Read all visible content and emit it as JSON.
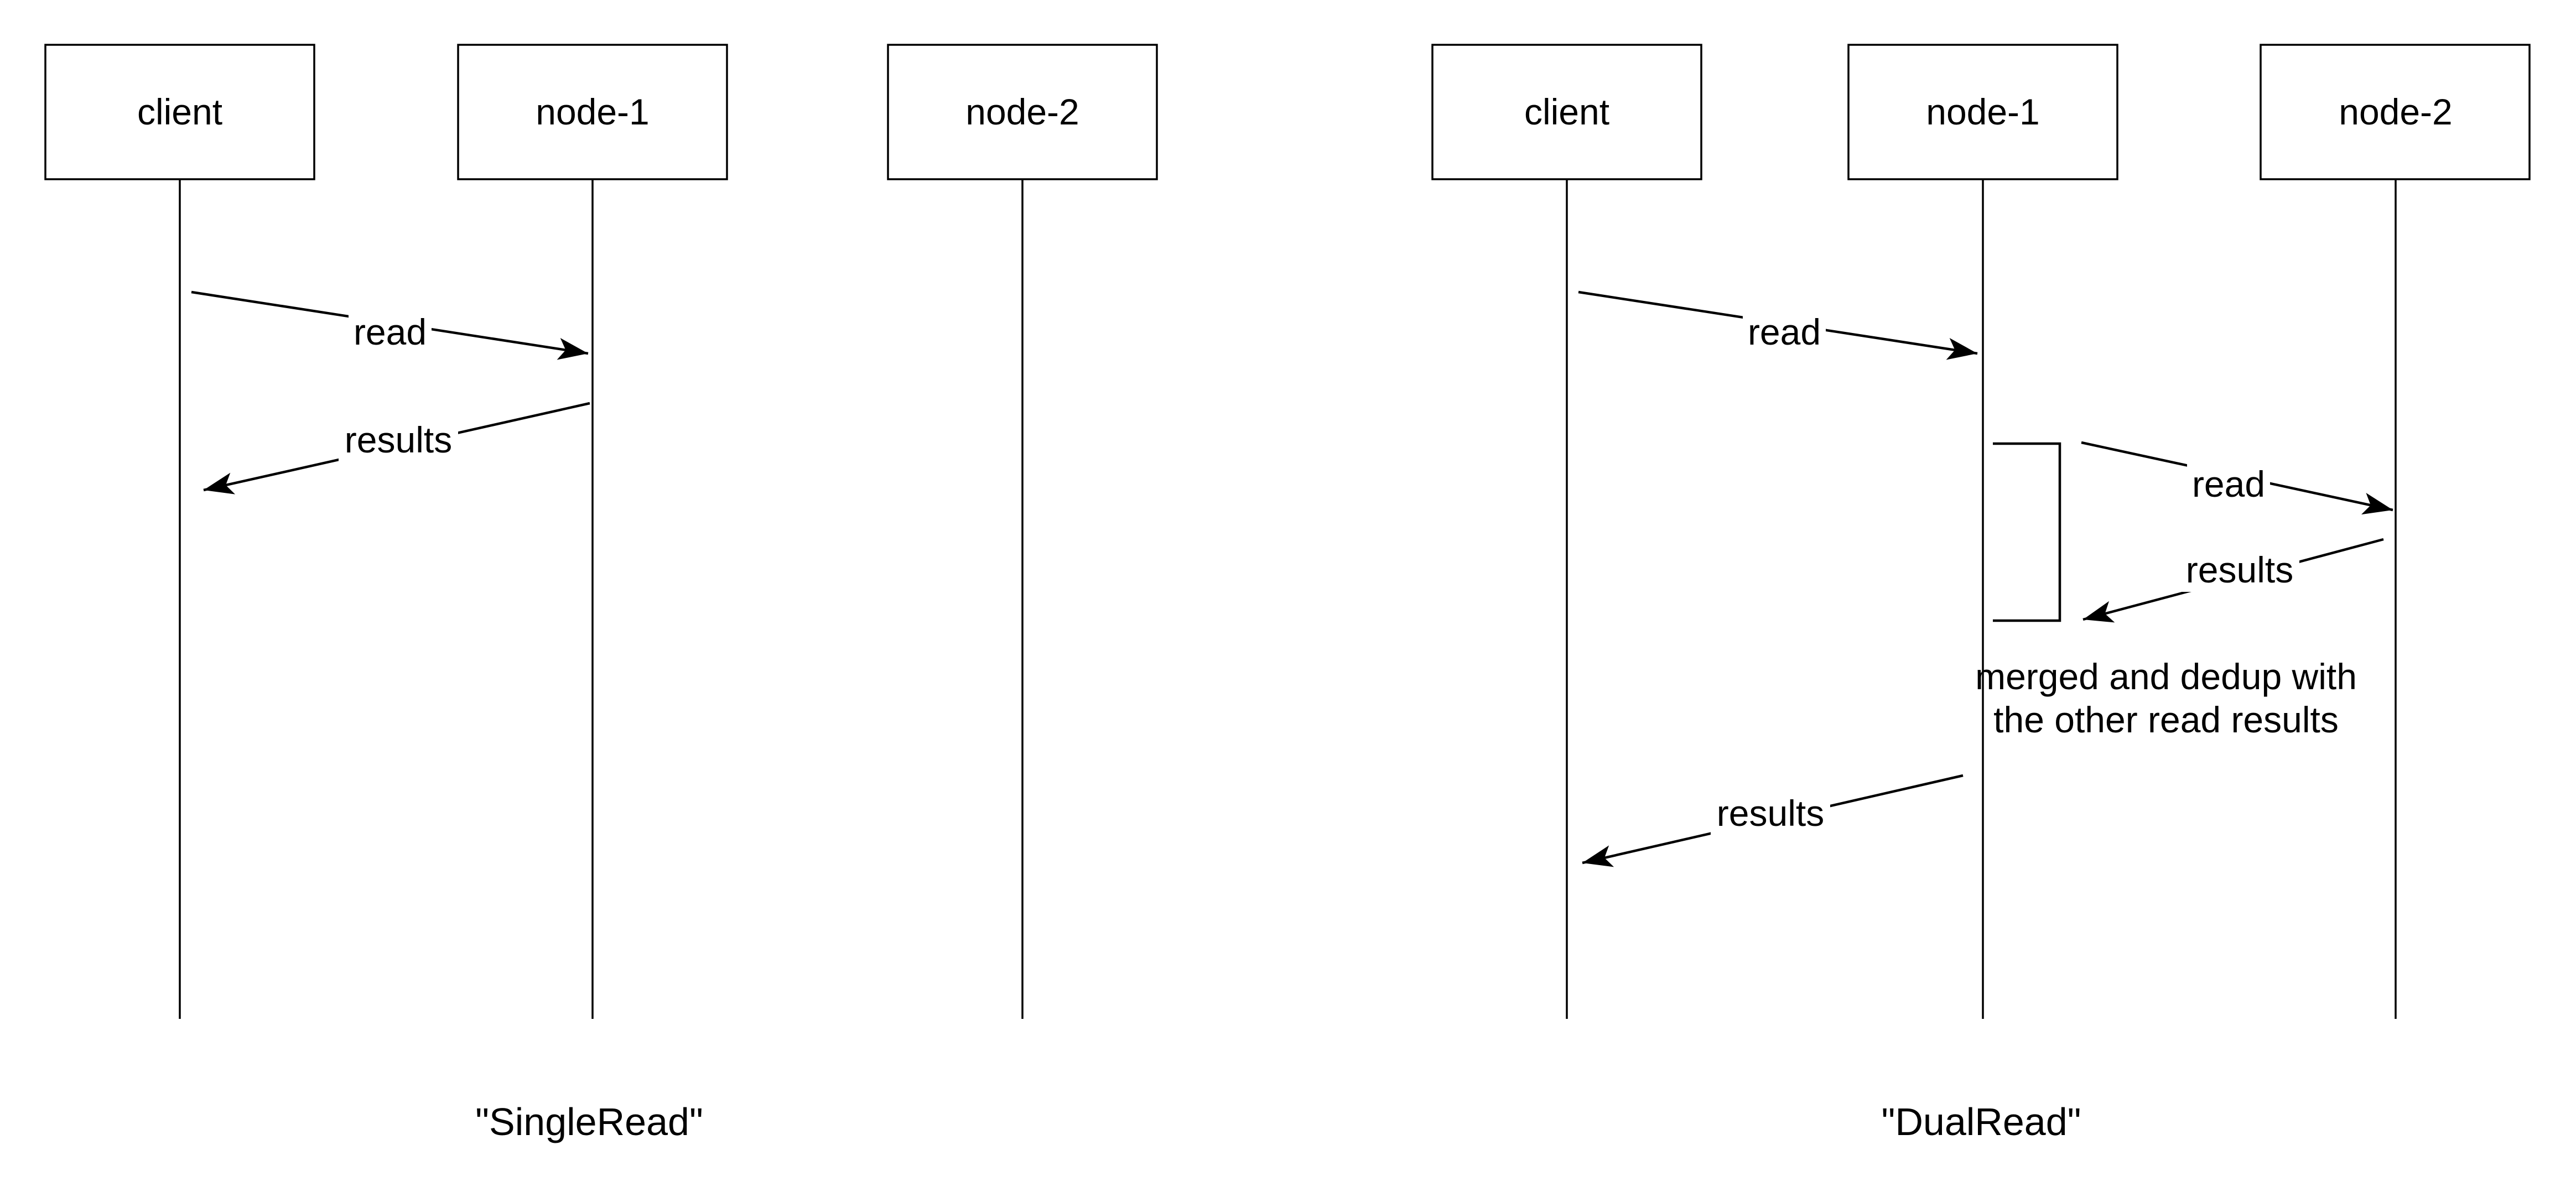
{
  "colors": {
    "background": "#ffffff",
    "ink": "#000000"
  },
  "diagrams": [
    {
      "caption": "\"SingleRead\"",
      "actors": [
        {
          "name": "client"
        },
        {
          "name": "node-1"
        },
        {
          "name": "node-2"
        }
      ],
      "messages": [
        {
          "from": "client",
          "to": "node-1",
          "label": "read"
        },
        {
          "from": "node-1",
          "to": "client",
          "label": "results"
        }
      ]
    },
    {
      "caption": "\"DualRead\"",
      "actors": [
        {
          "name": "client"
        },
        {
          "name": "node-1"
        },
        {
          "name": "node-2"
        }
      ],
      "messages": [
        {
          "from": "client",
          "to": "node-1",
          "label": "read"
        },
        {
          "from": "node-1",
          "to": "node-2",
          "label": "read"
        },
        {
          "from": "node-2",
          "to": "node-1",
          "label": "results"
        },
        {
          "from": "node-1",
          "to": "client",
          "label": "results"
        }
      ],
      "note": {
        "lines": [
          "merged and dedup with",
          "the other read results"
        ]
      }
    }
  ]
}
